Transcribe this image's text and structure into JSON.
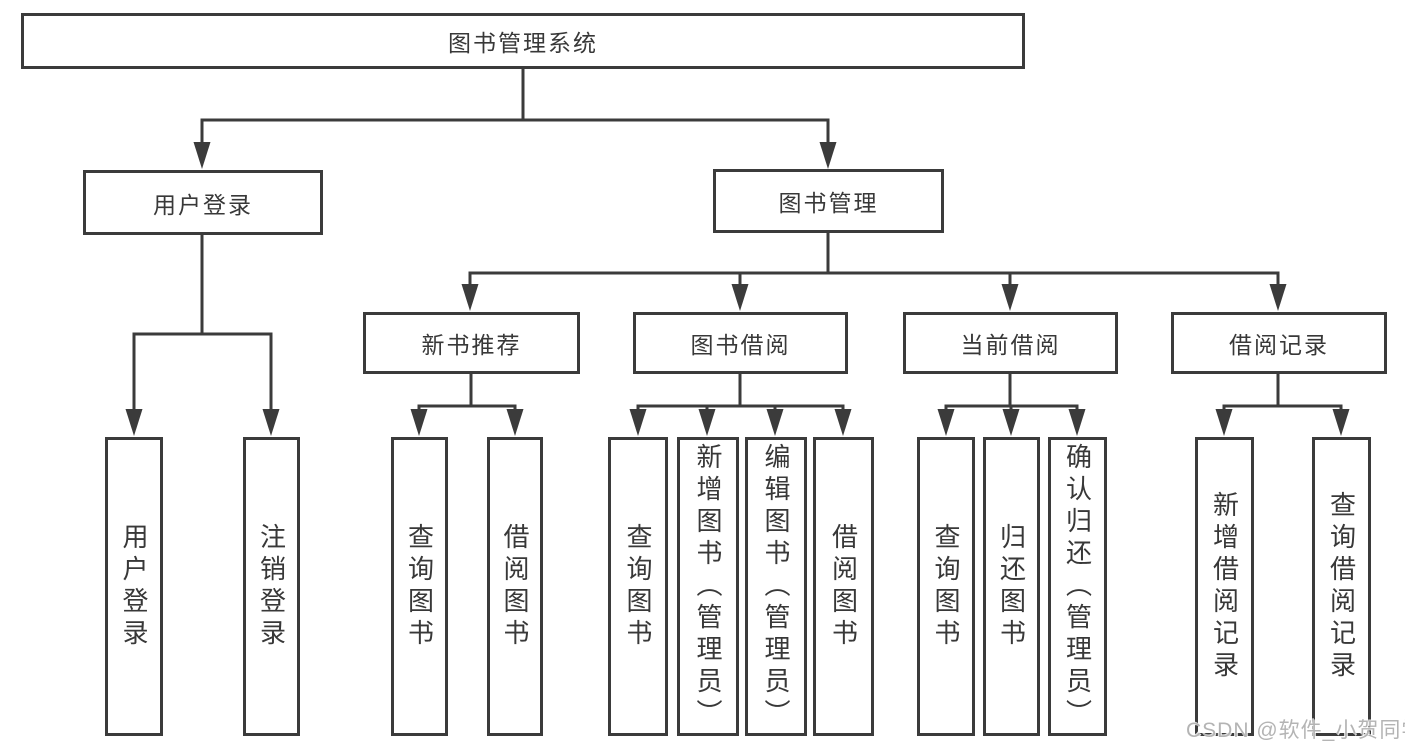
{
  "palette": {
    "line_color": "#3b3b3b",
    "box_border_color": "#3b3b3b",
    "text_color": "#383838",
    "background": "#ffffff",
    "watermark_color": "#b4b4b4"
  },
  "watermark": {
    "text": "CSDN @软件_小贺同学"
  },
  "tree": {
    "root": {
      "label": "图书管理系统",
      "children": [
        {
          "label": "用户登录",
          "children": [
            {
              "label": "用户登录"
            },
            {
              "label": "注销登录"
            }
          ]
        },
        {
          "label": "图书管理",
          "children": [
            {
              "label": "新书推荐",
              "children": [
                {
                  "label": "查询图书"
                },
                {
                  "label": "借阅图书"
                }
              ]
            },
            {
              "label": "图书借阅",
              "children": [
                {
                  "label": "查询图书"
                },
                {
                  "label": "新增图书（管理员）"
                },
                {
                  "label": "编辑图书（管理员）"
                },
                {
                  "label": "借阅图书"
                }
              ]
            },
            {
              "label": "当前借阅",
              "children": [
                {
                  "label": "查询图书"
                },
                {
                  "label": "归还图书"
                },
                {
                  "label": "确认归还（管理员）"
                }
              ]
            },
            {
              "label": "借阅记录",
              "children": [
                {
                  "label": "新增借阅记录"
                },
                {
                  "label": "查询借阅记录"
                }
              ]
            }
          ]
        }
      ]
    }
  }
}
